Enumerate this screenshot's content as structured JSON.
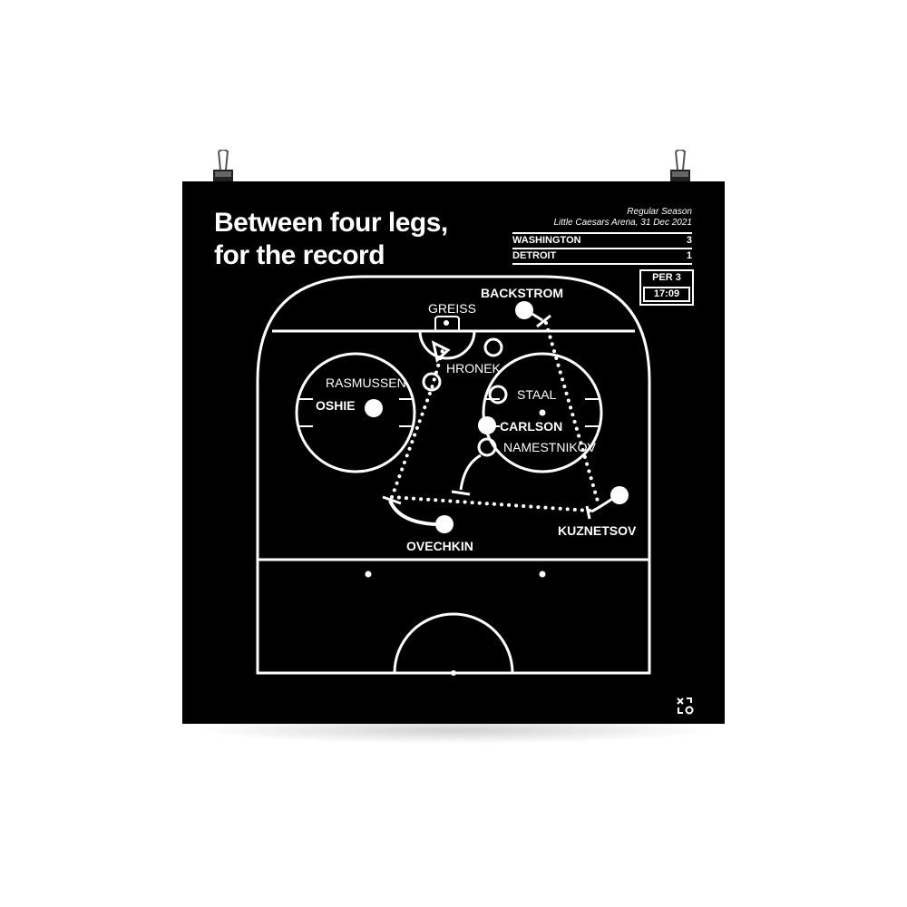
{
  "poster": {
    "title_line1": "Between four legs,",
    "title_line2": "for the record",
    "season": "Regular Season",
    "venue_date": "Little Caesars Arena, 31 Dec 2021",
    "teams": [
      {
        "name": "WASHINGTON",
        "score": "3"
      },
      {
        "name": "DETROIT",
        "score": "1"
      }
    ],
    "period": "PER 3",
    "clock": "17:09",
    "logo_icon": "x-o-play-icon"
  },
  "players": [
    {
      "name": "BACKSTROM",
      "team": "WASHINGTON",
      "marker": "filled"
    },
    {
      "name": "GREISS",
      "team": "DETROIT",
      "marker": "goalie"
    },
    {
      "name": "HRONEK",
      "team": "DETROIT",
      "marker": "open"
    },
    {
      "name": "RASMUSSEN",
      "team": "DETROIT",
      "marker": "open"
    },
    {
      "name": "OSHIE",
      "team": "WASHINGTON",
      "marker": "filled"
    },
    {
      "name": "STAAL",
      "team": "DETROIT",
      "marker": "open"
    },
    {
      "name": "CARLSON",
      "team": "WASHINGTON",
      "marker": "filled"
    },
    {
      "name": "NAMESTNIKOV",
      "team": "DETROIT",
      "marker": "open"
    },
    {
      "name": "OVECHKIN",
      "team": "WASHINGTON",
      "marker": "filled"
    },
    {
      "name": "KUZNETSOV",
      "team": "WASHINGTON",
      "marker": "filled"
    }
  ],
  "colors": {
    "background": "#000000",
    "ink": "#ffffff",
    "wall": "#ffffff"
  }
}
